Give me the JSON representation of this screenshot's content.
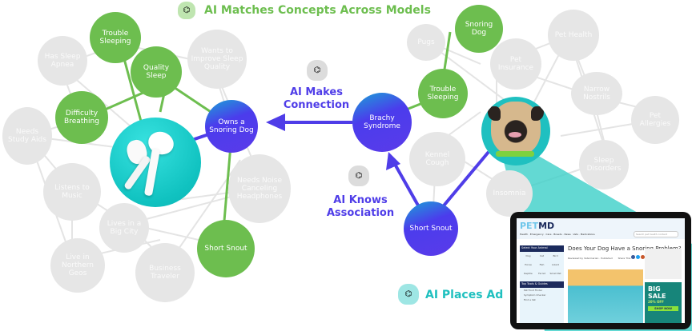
{
  "titles": {
    "matches": "AI Matches Concepts Across Models",
    "connection_line1": "AI Makes",
    "connection_line2": "Connection",
    "association_line1": "AI Knows",
    "association_line2": "Association",
    "places_ad": "AI Places Ad"
  },
  "colors": {
    "green": "#6dbe4f",
    "purple": "#4f3de8",
    "teal": "#1fc0bf",
    "gray_node": "#e6e6e6"
  },
  "left_graph": {
    "nodes": [
      {
        "id": "trouble-sleeping",
        "label": "Trouble Sleeping",
        "type": "green"
      },
      {
        "id": "has-sleep-apnea",
        "label": "Has Sleep Apnea",
        "type": "gray"
      },
      {
        "id": "wants-improve-sleep",
        "label": "Wants to Improve Sleep Quality",
        "type": "gray"
      },
      {
        "id": "quality-sleep",
        "label": "Quality Sleep",
        "type": "green"
      },
      {
        "id": "difficulty-breathing",
        "label": "Difficulty Breathing",
        "type": "green"
      },
      {
        "id": "needs-study-aids",
        "label": "Needs Study Aids",
        "type": "gray"
      },
      {
        "id": "owns-snoring-dog",
        "label": "Owns a Snoring Dog",
        "type": "purple"
      },
      {
        "id": "listens-music",
        "label": "Listens to Music",
        "type": "gray"
      },
      {
        "id": "needs-noise-canceling",
        "label": "Needs Noise Canceling Headphones",
        "type": "gray"
      },
      {
        "id": "lives-big-city",
        "label": "Lives in a Big City",
        "type": "gray"
      },
      {
        "id": "short-snout-left",
        "label": "Short Snout",
        "type": "green"
      },
      {
        "id": "live-northern-geos",
        "label": "Live in Northern Geos",
        "type": "gray"
      },
      {
        "id": "business-traveler",
        "label": "Business Traveler",
        "type": "gray"
      }
    ],
    "product": "earbuds-image"
  },
  "right_graph": {
    "nodes": [
      {
        "id": "pugs",
        "label": "Pugs",
        "type": "gray"
      },
      {
        "id": "snoring-dog",
        "label": "Snoring Dog",
        "type": "green"
      },
      {
        "id": "pet-health",
        "label": "Pet Health",
        "type": "gray"
      },
      {
        "id": "pet-insurance",
        "label": "Pet Insurance",
        "type": "gray"
      },
      {
        "id": "trouble-sleeping-right",
        "label": "Trouble Sleeping",
        "type": "green"
      },
      {
        "id": "narrow-nostrils",
        "label": "Narrow Nostrils",
        "type": "gray"
      },
      {
        "id": "brachy-syndrome",
        "label": "Brachy Syndrome",
        "type": "purple"
      },
      {
        "id": "pet-allergies",
        "label": "Pet Allergies",
        "type": "gray"
      },
      {
        "id": "kennel-cough",
        "label": "Kennel Cough",
        "type": "gray"
      },
      {
        "id": "sleep-disorders",
        "label": "Sleep Disorders",
        "type": "gray"
      },
      {
        "id": "insomnia",
        "label": "Insomnia",
        "type": "gray"
      },
      {
        "id": "short-snout-right",
        "label": "Short Snout",
        "type": "purple"
      }
    ],
    "product": "pug-image"
  },
  "tablet": {
    "logo_a": "PET",
    "logo_b": "MD",
    "nav": "Health · Emergency · Care · Breeds · News · Vets · Medications",
    "search_placeholder": "Search pet health content",
    "sidebar_heading": "Select Your Animal",
    "animals": [
      "Dog",
      "Cat",
      "Bird",
      "Horse",
      "Fish",
      "Lizard",
      "Reptile",
      "Ferret",
      "Small Pet"
    ],
    "tools_heading": "Top Tools & Guides",
    "tools": [
      "Pet Food Finder",
      "Symptom Checker",
      "Find a Vet"
    ],
    "article_title": "Does Your Dog Have a Snoring Problem?",
    "author_meta": "Reviewed by Veterinarian · Published",
    "share_label": "Share This",
    "ad_big": "BIG",
    "ad_sale": "SALE",
    "ad_pct": "20% OFF",
    "ad_shop": "SHOP NOW"
  }
}
